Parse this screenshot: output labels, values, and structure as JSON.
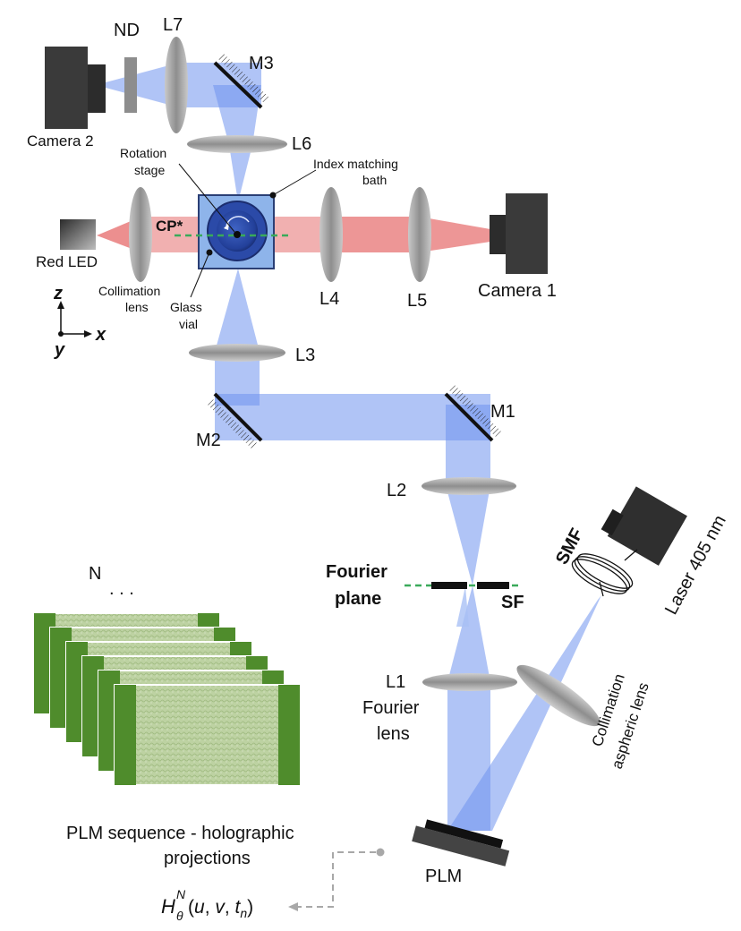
{
  "labels": {
    "nd": "ND",
    "l7": "L7",
    "m3": "M3",
    "camera2": "Camera 2",
    "l6": "L6",
    "rotation_stage": [
      "Rotation",
      "stage"
    ],
    "index_matching_bath": [
      "Index matching",
      "bath"
    ],
    "cp": "CP*",
    "red_led": "Red LED",
    "collimation_lens": [
      "Collimation",
      "lens"
    ],
    "glass_vial": [
      "Glass",
      "vial"
    ],
    "l4": "L4",
    "l5": "L5",
    "camera1": "Camera 1",
    "axis_z": "z",
    "axis_x": "x",
    "axis_y": "y",
    "l3": "L3",
    "m2": "M2",
    "m1": "M1",
    "l2": "L2",
    "fourier_plane": [
      "Fourier",
      "plane"
    ],
    "sf": "SF",
    "smf": "SMF",
    "laser": "Laser 405 nm",
    "sequence_n": "N",
    "l1": [
      "L1",
      "Fourier",
      "lens"
    ],
    "collimation_aspheric": [
      "Collimation",
      "aspheric lens"
    ],
    "plm_sequence": [
      "PLM sequence - holographic",
      "projections"
    ],
    "plm": "PLM",
    "formula": {
      "symbol": "H",
      "superscript": "N",
      "subscript": "θ",
      "args_open": " (",
      "u": "u",
      "comma1": ", ",
      "v": "v",
      "comma2": ", ",
      "t": "t",
      "t_sub": "n",
      "args_close": ")"
    }
  },
  "colors": {
    "blue_beam": "#6f94ee",
    "red_beam": "#e56a6a",
    "green_dashed": "#3aaa5a",
    "frame_green": "#4f8c2c",
    "hologram": "#b9cf9c"
  }
}
